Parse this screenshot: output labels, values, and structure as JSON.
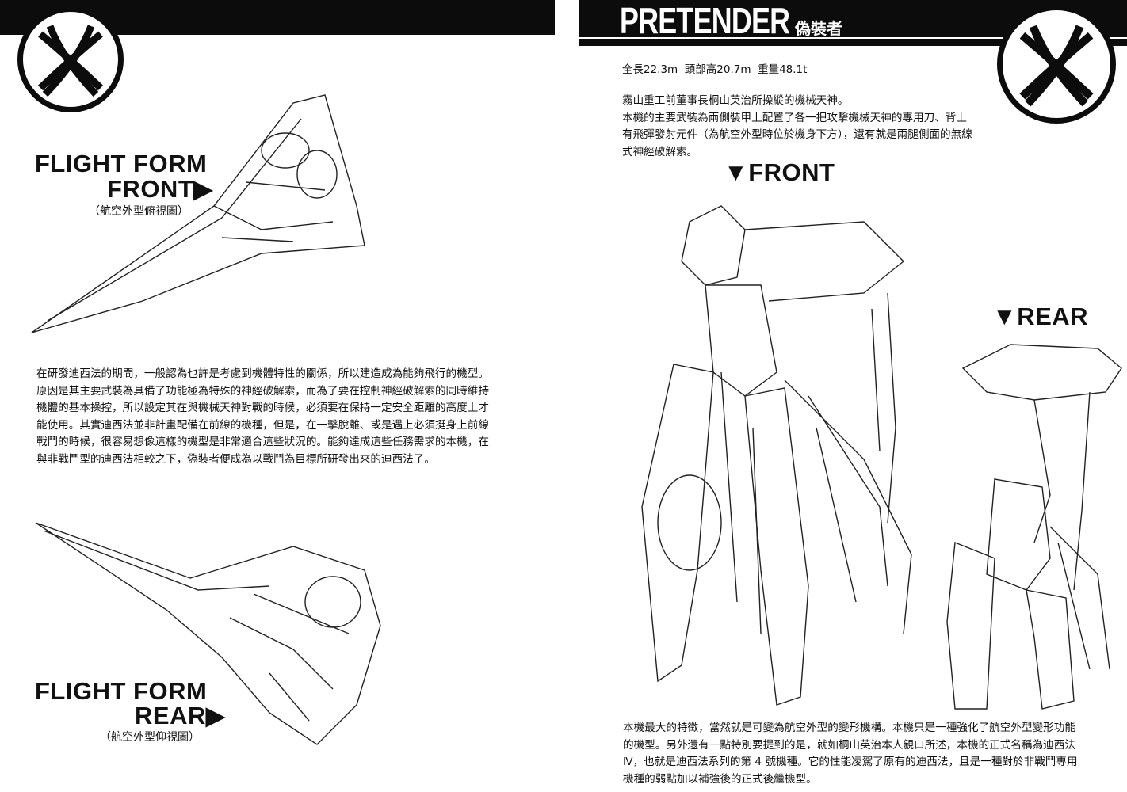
{
  "left_page": {
    "front": {
      "title_line1": "FLIGHT FORM",
      "title_line2": "FRONT",
      "caption": "（航空外型俯視圖）"
    },
    "description": "在研發迪西法的期間，一般認為也許是考慮到機體特性的關係，所以建造成為能夠飛行的機型。\n原因是其主要武裝為具備了功能極為特殊的神經破解索，而為了要在控制神經破解索的同時維持\n機體的基本操控，所以設定其在與機械天神對戰的時候，必須要在保持一定安全距離的高度上才\n能使用。其實迪西法並非計畫配備在前線的機種，但是，在一擊脫離、或是遇上必須挺身上前線\n戰鬥的時候，很容易想像這樣的機型是非常適合這些狀況的。能夠達成這些任務需求的本機，在\n與非戰鬥型的迪西法相較之下，偽裝者便成為以戰鬥為目標所研發出來的迪西法了。",
    "rear": {
      "title_line1": "FLIGHT FORM",
      "title_line2": "REAR",
      "caption": "（航空外型仰視圖）"
    }
  },
  "right_page": {
    "title": "PRETENDER",
    "title_zh": "偽裝者",
    "specs": "全長22.3m  頭部高20.7m  重量48.1t",
    "intro": "霧山重工前董事長桐山英治所操縱的機械天神。\n本機的主要武裝為兩側裝甲上配置了各一把攻擊機械天神的專用刀、背上\n有飛彈發射元件（為航空外型時位於機身下方），還有就是兩腿側面的無線\n式神經破解索。",
    "front_label": "FRONT",
    "rear_label": "REAR",
    "footer": "本機最大的特徵，當然就是可變為航空外型的變形機構。本機只是一種強化了航空外型變形功能\n的機型。另外還有一點特別要提到的是，就如桐山英治本人親口所述，本機的正式名稱為迪西法\nⅣ，也就是迪西法系列的第 4 號機種。它的性能凌駕了原有的迪西法，且是一種對於非戰鬥專用\n機種的弱點加以補強後的正式後繼機型。"
  }
}
